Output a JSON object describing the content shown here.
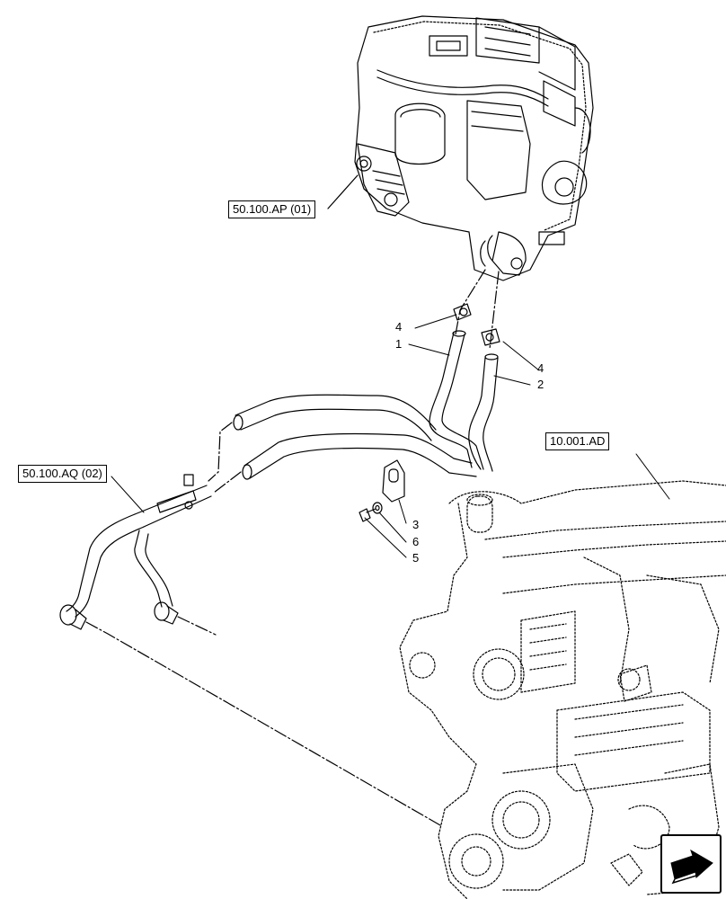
{
  "references": {
    "expansion_tank": "50.100.AP (01)",
    "heater_pipe": "50.100.AQ (02)",
    "engine": "10.001.AD"
  },
  "callouts": {
    "hose_1": "1",
    "hose_2": "2",
    "bracket_3": "3",
    "clamp_4_left": "4",
    "clamp_4_right": "4",
    "bolt_5": "5",
    "washer_6": "6"
  },
  "icons": {
    "nav": "arrow-icon"
  }
}
